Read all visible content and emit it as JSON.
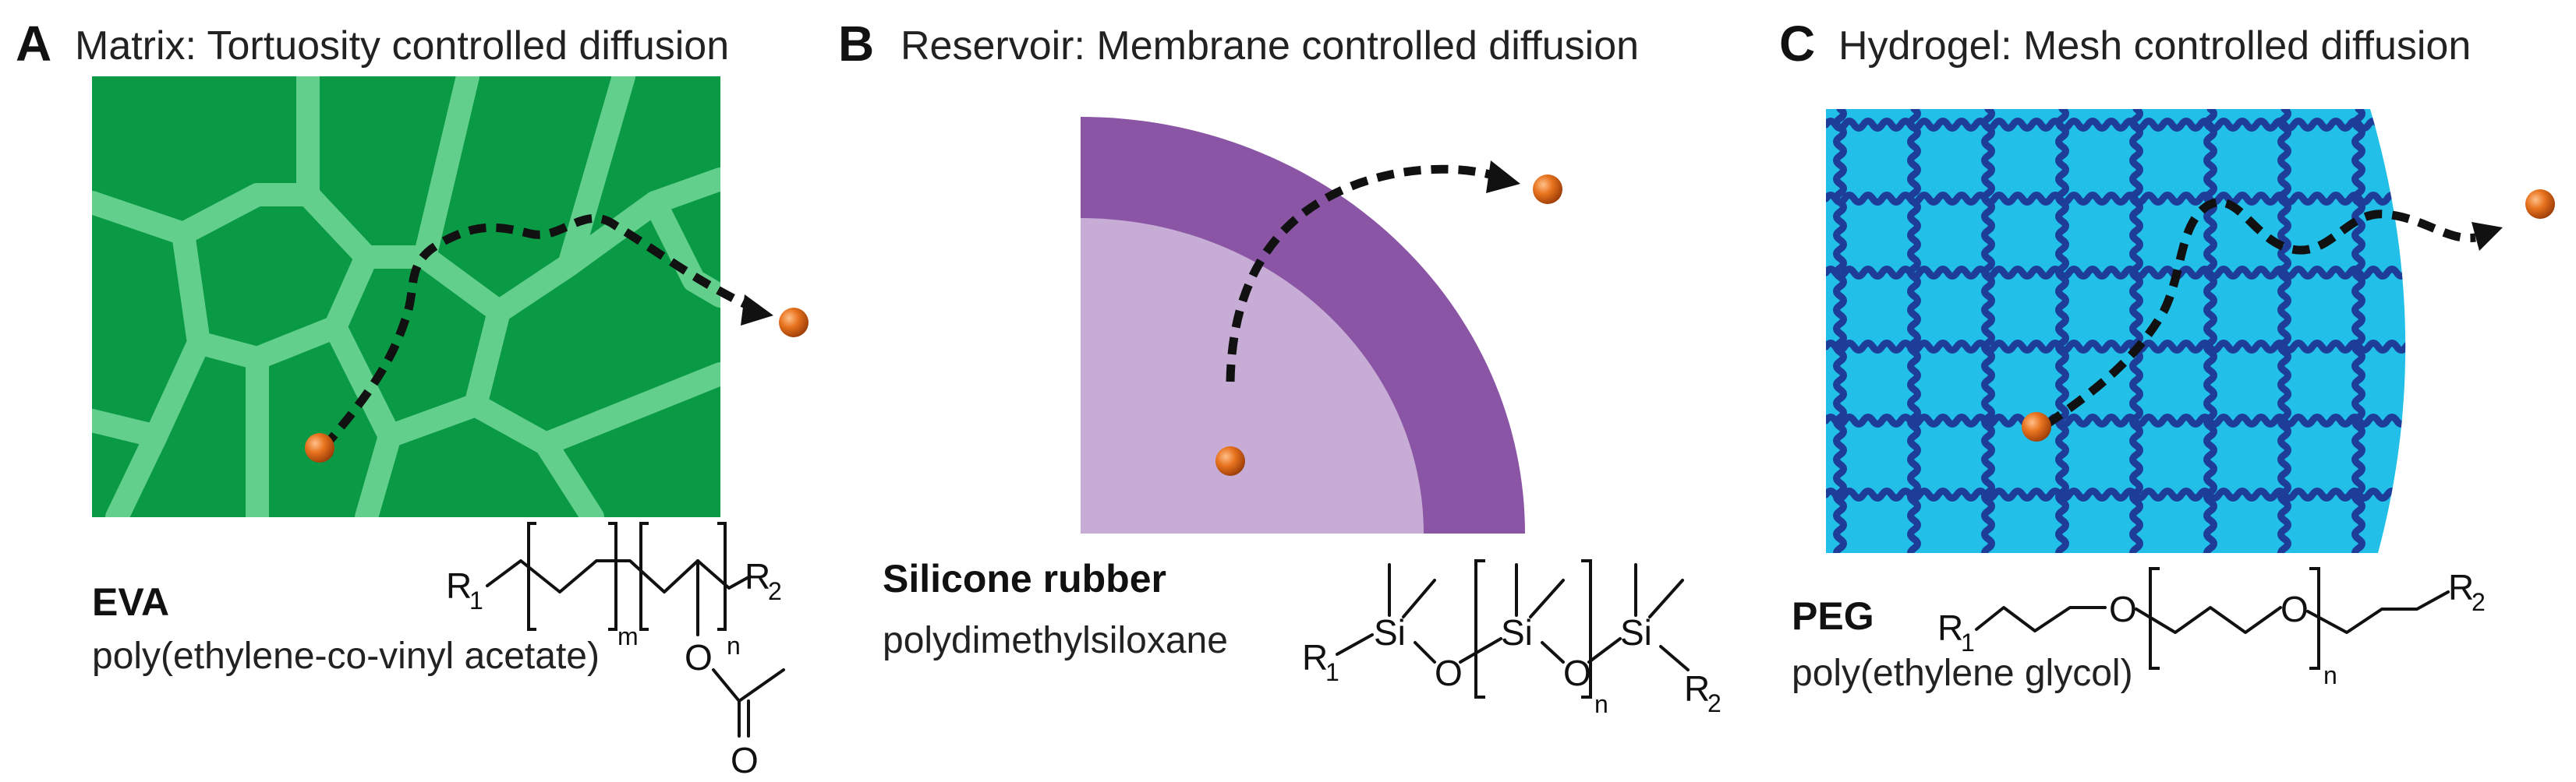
{
  "panels": {
    "a": {
      "letter": "A",
      "title": "Matrix: Tortuosity controlled diffusion",
      "name": "EVA",
      "fullname": "poly(ethylene-co-vinyl acetate)",
      "colors": {
        "bg": "#0a9a45",
        "channel": "#63cf8d"
      }
    },
    "b": {
      "letter": "B",
      "title": "Reservoir: Membrane controlled diffusion",
      "name": "Silicone rubber",
      "fullname": "polydimethylsiloxane",
      "colors": {
        "membrane": "#8b55a6",
        "core": "#c7acd6"
      }
    },
    "c": {
      "letter": "C",
      "title": "Hydrogel: Mesh controlled diffusion",
      "name": "PEG",
      "fullname": "poly(ethylene glycol)",
      "colors": {
        "gel": "#22bfe8",
        "mesh": "#1d3d99"
      }
    }
  },
  "chem": {
    "r1": "R",
    "r2": "R",
    "sub1": "1",
    "sub2": "2",
    "sub_m": "m",
    "sub_n": "n",
    "o": "O",
    "si": "Si"
  },
  "colors": {
    "particle": "#e8731e",
    "arrow": "#111111"
  }
}
